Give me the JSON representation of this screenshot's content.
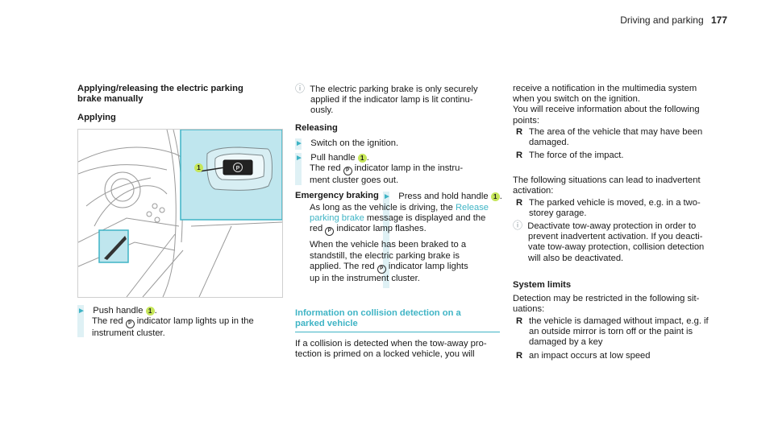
{
  "header": {
    "section": "Driving and parking",
    "page": "177"
  },
  "col1": {
    "title_l1": "Applying/releasing the electric parking",
    "title_l2": "brake manually",
    "subtitle": "Applying",
    "figure_callout": "1",
    "step_l1_pre": "Push handle",
    "step_l1_num": "1",
    "step_l1_post": ".",
    "step_l2_pre": "The red",
    "step_l2_post": "indicator lamp lights up in the",
    "step_l3": "instrument cluster."
  },
  "col2": {
    "info_l1": "The electric parking brake is only securely",
    "info_l2": "applied if the indicator lamp is lit continu-",
    "info_l3": "ously.",
    "releasing": "Releasing",
    "r1": "Switch on the ignition.",
    "r2_pre": "Pull handle",
    "r2_num": "1",
    "r2_post": ".",
    "r3_pre": "The red",
    "r3_post": "indicator lamp in the instru-",
    "r4": "ment cluster goes out.",
    "emergency": "Emergency braking",
    "e1_pre": "Press and hold handle",
    "e1_num": "1",
    "e1_post": ".",
    "e2_pre": "As long as the vehicle is driving, the",
    "e2_link": "Release",
    "e3_link": "parking brake",
    "e3_post": "message is displayed and the",
    "e4_pre": "red",
    "e4_post": "indicator lamp flashes.",
    "e5": "When the vehicle has been braked to a",
    "e6": "standstill, the electric parking brake is",
    "e7_pre": "applied. The red",
    "e7_post": "indicator lamp lights",
    "e8": "up in the instrument cluster.",
    "info_title_l1": "Information on collision detection on a",
    "info_title_l2": "parked vehicle",
    "c1": "If a collision is detected when the tow-away pro-",
    "c2": "tection is primed on a locked vehicle, you will"
  },
  "col3": {
    "l1": "receive a notification in the multimedia system",
    "l2": "when you switch on the ignition.",
    "l3": "You will receive information about the following",
    "l4": "points:",
    "b1_l1": "The area of the vehicle that may have been",
    "b1_l2": "damaged.",
    "b2": "The force of the impact.",
    "l5": "The following situations can lead to inadvertent",
    "l6": "activation:",
    "b3_l1": "The parked vehicle is moved, e.g. in a two-",
    "b3_l2": "storey garage.",
    "i1": "Deactivate tow-away protection in order to",
    "i2": "prevent inadvertent activation. If you deacti-",
    "i3": "vate tow-away protection, collision detection",
    "i4": "will also be deactivated.",
    "limits": "System limits",
    "s1": "Detection may be restricted in the following sit-",
    "s2": "uations:",
    "b4_l1": "the vehicle is damaged without impact, e.g. if",
    "b4_l2": "an outside mirror is torn off or the paint is",
    "b4_l3": "damaged by a key",
    "b5": "an impact occurs at low speed"
  },
  "glyphs": {
    "arrow": "►",
    "bullet": "R",
    "info": "ⓘ",
    "parking": "ⓟ",
    "p_letter": "P"
  }
}
